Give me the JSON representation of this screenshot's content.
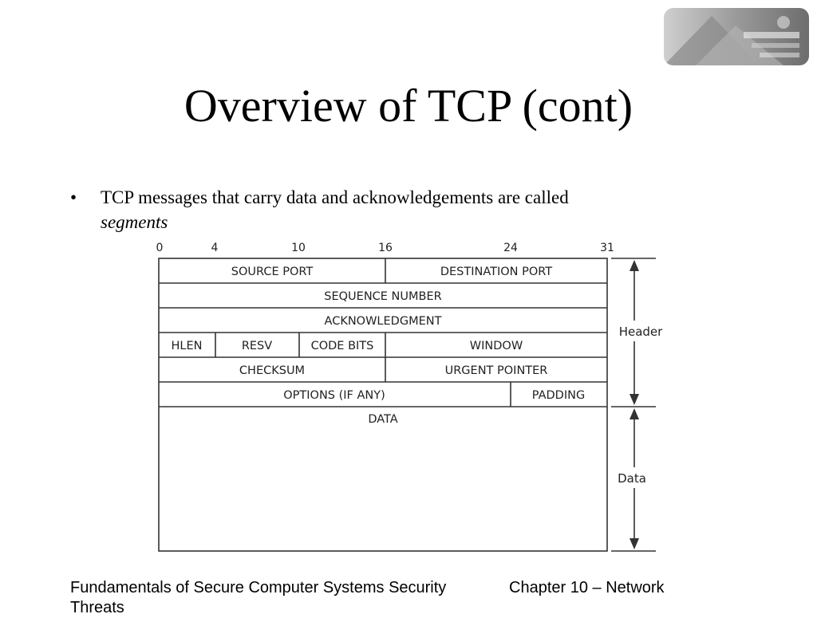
{
  "slide": {
    "title": "Overview of TCP (cont)",
    "bullet_marker": "•",
    "bullet_text": "TCP messages that carry data and acknowledgements are called",
    "bullet_emphasis": "segments"
  },
  "diagram": {
    "bit_labels": [
      "0",
      "4",
      "10",
      "16",
      "24",
      "31"
    ],
    "fields": {
      "source_port": "SOURCE PORT",
      "destination_port": "DESTINATION PORT",
      "sequence_number": "SEQUENCE NUMBER",
      "acknowledgment": "ACKNOWLEDGMENT",
      "hlen": "HLEN",
      "resv": "RESV",
      "code_bits": "CODE BITS",
      "window": "WINDOW",
      "checksum": "CHECKSUM",
      "urgent_pointer": "URGENT POINTER",
      "options": "OPTIONS (IF ANY)",
      "padding": "PADDING",
      "data": "DATA"
    },
    "bracket_labels": {
      "header": "Header",
      "data": "Data"
    },
    "colors": {
      "line": "#333333",
      "text": "#222222"
    }
  },
  "footer": {
    "left": "Fundamentals of Secure Computer Systems Security Threats",
    "right": "Chapter 10 – Network"
  }
}
